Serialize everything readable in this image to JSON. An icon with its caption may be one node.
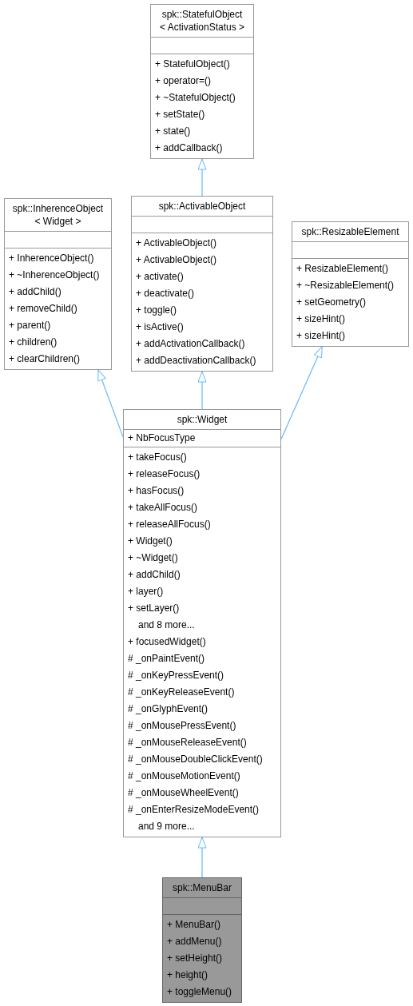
{
  "diagram": {
    "nodes": [
      {
        "text": [
          "spk::StatefulObject < ActivationStatus >",
          "+ StatefulObject()",
          "+ operator=()",
          "+ ~StatefulObject()",
          "+ setState()",
          "+ state()",
          "+ addCallback()"
        ]
      },
      {
        "text": [
          "spk::InherenceObject < Widget >",
          "+ InherenceObject()",
          "+ ~InherenceObject()",
          "+ addChild()",
          "+ removeChild()",
          "+ parent()",
          "+ children()",
          "+ clearChildren()"
        ]
      },
      {
        "text": [
          "spk::ActivableObject",
          "+ ActivableObject()",
          "+ ActivableObject()",
          "+ activate()",
          "+ deactivate()",
          "+ toggle()",
          "+ isActive()",
          "+ addActivationCallback()",
          "+ addDeactivationCallback()"
        ]
      },
      {
        "text": [
          "spk::ResizableElement",
          "+ ResizableElement()",
          "+ ~ResizableElement()",
          "+ setGeometry()",
          "+ sizeHint()",
          "+ sizeHint()"
        ]
      },
      {
        "text": [
          "spk::Widget",
          "+ NbFocusType",
          "+ takeFocus()",
          "+ releaseFocus()",
          "+ hasFocus()",
          "+ takeAllFocus()",
          "+ releaseAllFocus()",
          "+ Widget()",
          "+ ~Widget()",
          "+ addChild()",
          "+ layer()",
          "+ setLayer()",
          "and 8 more...",
          "+ focusedWidget()",
          "# _onPaintEvent()",
          "# _onKeyPressEvent()",
          "# _onKeyReleaseEvent()",
          "# _onGlyphEvent()",
          "# _onMousePressEvent()",
          "# _onMouseReleaseEvent()",
          "# _onMouseDoubleClickEvent()",
          "# _onMouseMotionEvent()",
          "# _onMouseWheelEvent()",
          "# _onEnterResizeModeEvent()",
          "and 9 more..."
        ]
      },
      {
        "text": [
          "spk::MenuBar",
          "+ MenuBar()",
          "+ addMenu()",
          "+ setHeight()",
          "+ height()",
          "+ toggleMenu()"
        ]
      }
    ],
    "edges": [
      {
        "from": 2,
        "to": 0,
        "arrow": "to"
      },
      {
        "from": 4,
        "to": 1,
        "arrow": "to"
      },
      {
        "from": 4,
        "to": 2,
        "arrow": "to"
      },
      {
        "from": 4,
        "to": 3,
        "arrow": "to"
      },
      {
        "from": 5,
        "to": 4,
        "arrow": "to"
      }
    ]
  }
}
